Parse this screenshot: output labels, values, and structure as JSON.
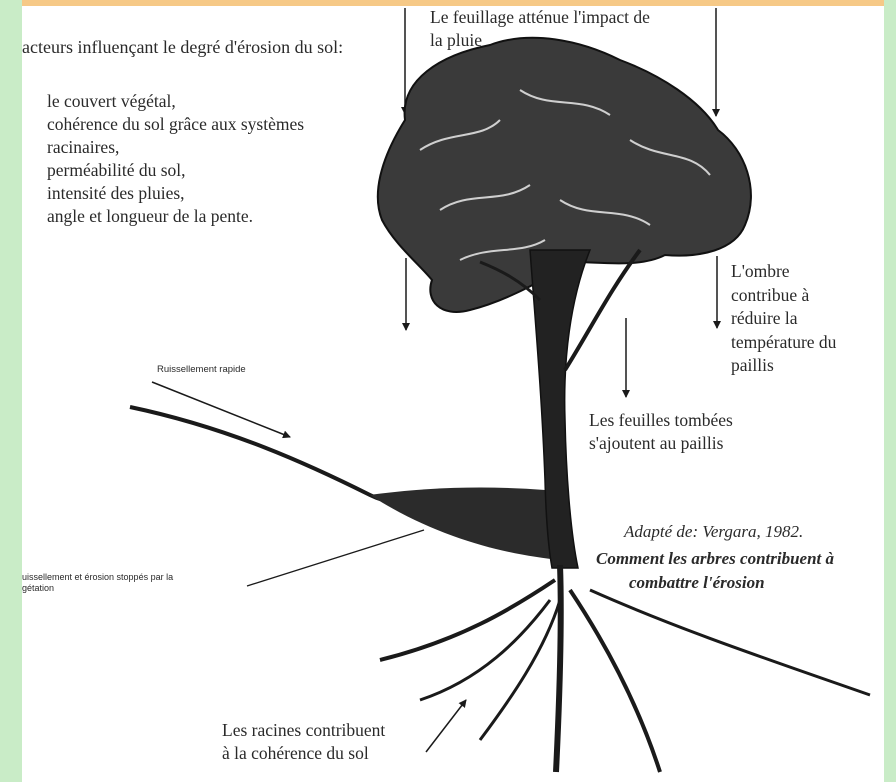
{
  "heading": "acteurs influençant le degré d'érosion du sol:",
  "factors": [
    "le couvert végétal,",
    "cohérence du sol grâce aux systèmes",
    "racinaires,",
    "perméabilité du sol,",
    "intensité des pluies,",
    "angle et longueur de la pente."
  ],
  "labels": {
    "canopy_line1": "Le feuillage atténue l'impact de",
    "canopy_line2": "la pluie",
    "shade_lines": [
      "L'ombre",
      "contribue à",
      "réduire la",
      "température du",
      "paillis"
    ],
    "leaves_line1": "Les feuilles tombées",
    "leaves_line2": "s'ajoutent au paillis",
    "runoff": "Ruissellement rapide",
    "stopped_line1": "uissellement et érosion stoppés par la",
    "stopped_line2": "gétation",
    "roots_line1": "Les racines contribuent",
    "roots_line2": "à la cohérence du sol"
  },
  "source": "Adapté de: Vergara, 1982.",
  "caption": {
    "line1": "Comment les arbres contribuent à",
    "line2": "combattre l'érosion"
  },
  "colors": {
    "ink": "#1a1a1a",
    "frame_top": "#f6c987",
    "frame_side": "#c9ecc7"
  }
}
